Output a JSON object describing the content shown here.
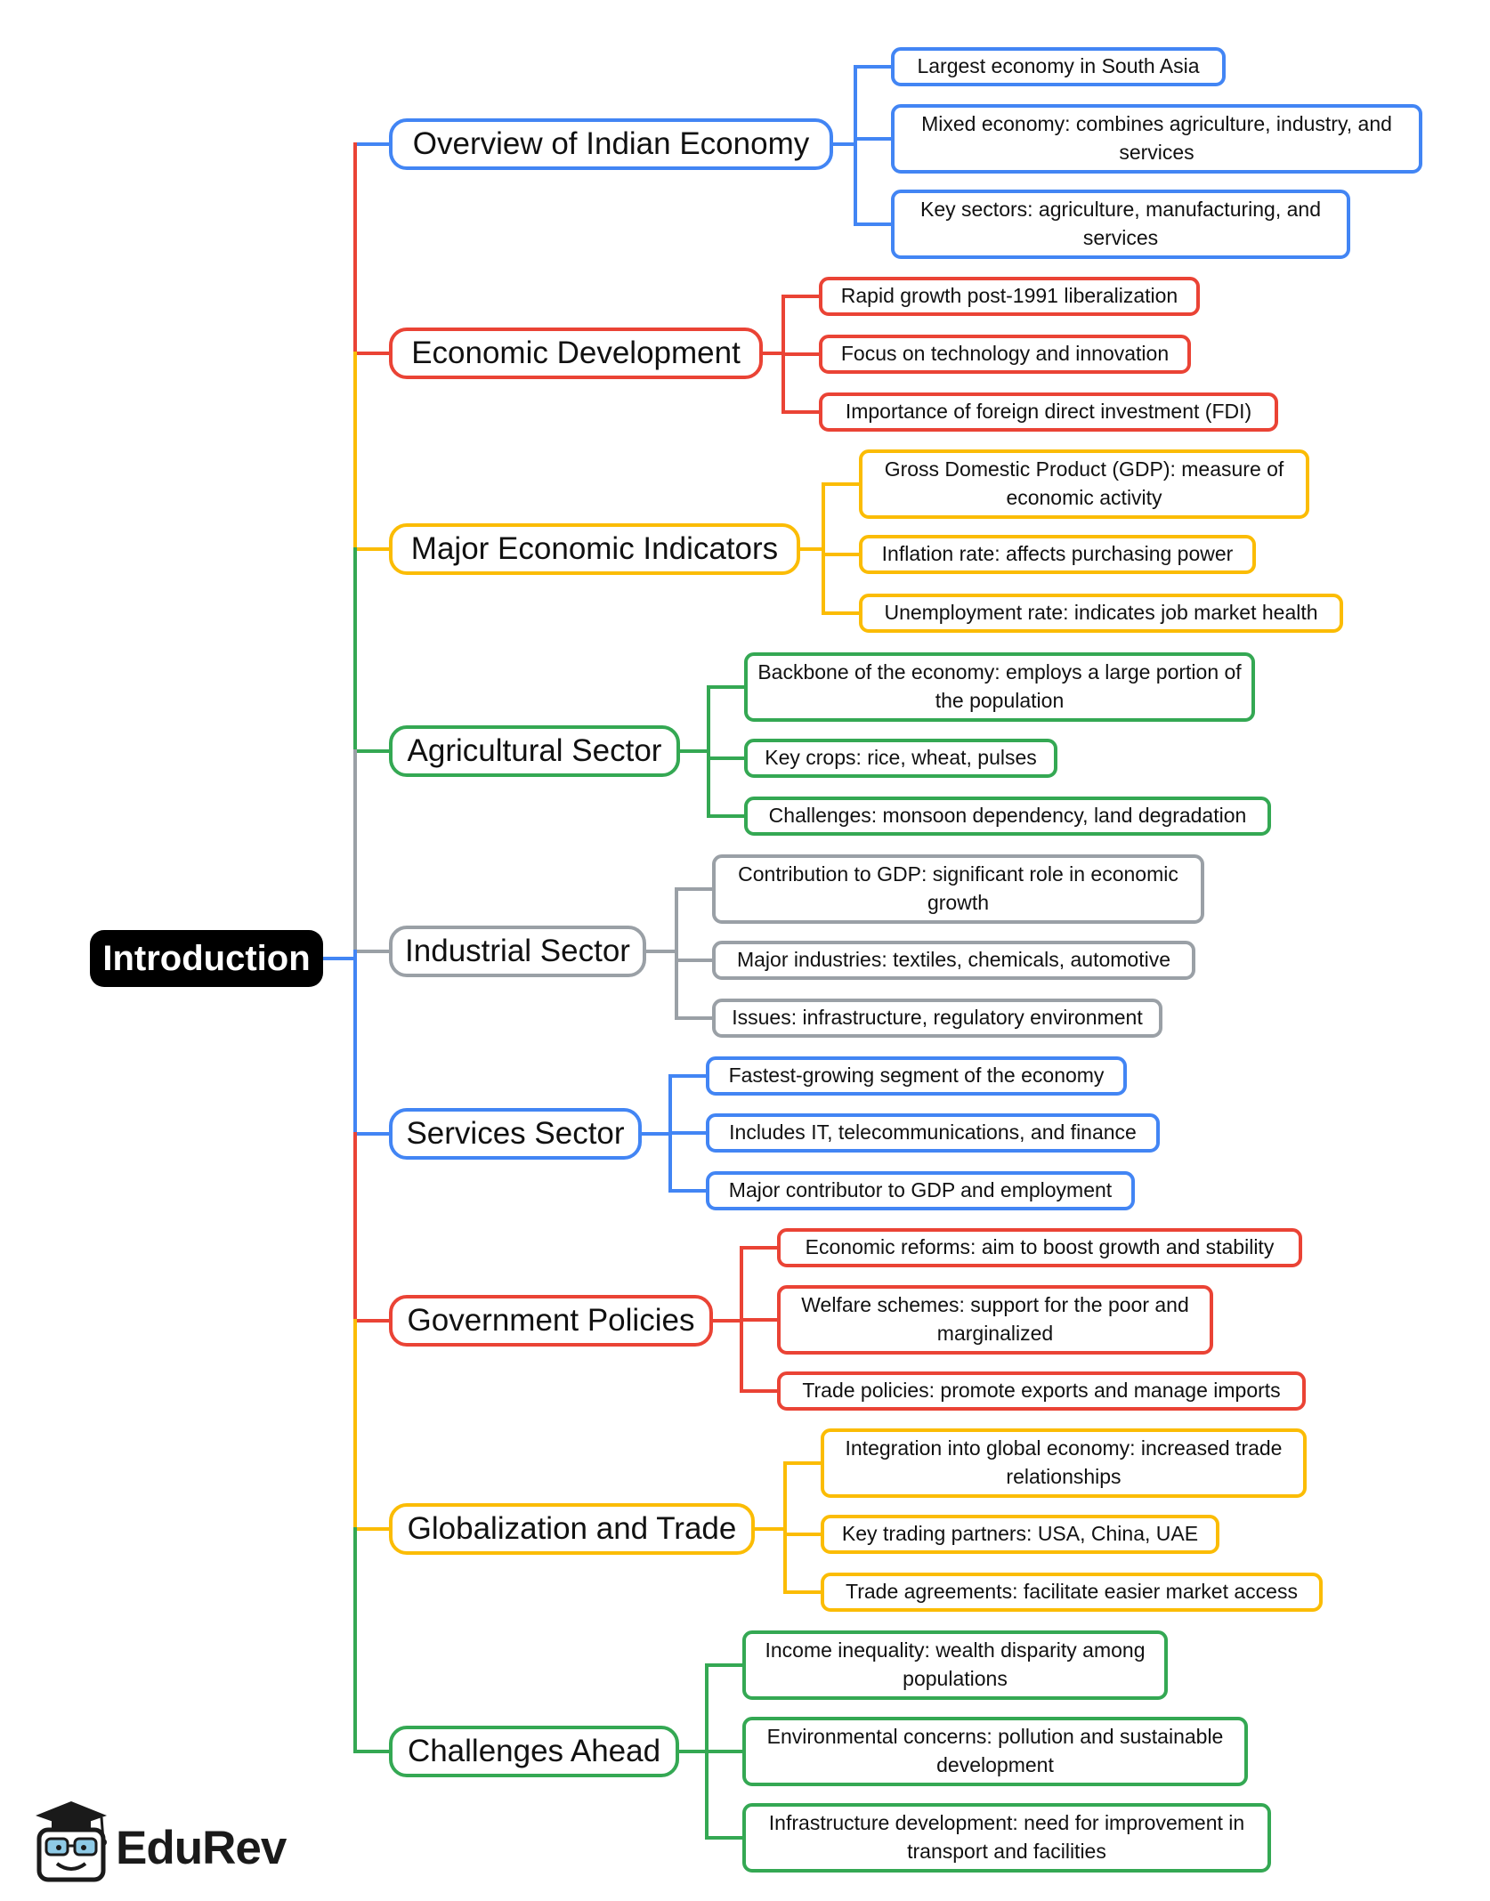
{
  "root": {
    "label": "Introduction"
  },
  "colors": {
    "blue": "#4285f4",
    "red": "#ea4335",
    "yellow": "#fbbc04",
    "green": "#34a853",
    "gray": "#9aa0a6"
  },
  "branches": [
    {
      "label": "Overview of Indian Economy",
      "color": "blue",
      "leaves": [
        "Largest economy in South Asia",
        "Mixed economy: combines agriculture, industry, and services",
        "Key sectors: agriculture, manufacturing, and services"
      ]
    },
    {
      "label": "Economic Development",
      "color": "red",
      "leaves": [
        "Rapid growth post-1991 liberalization",
        "Focus on technology and innovation",
        "Importance of foreign direct investment (FDI)"
      ]
    },
    {
      "label": "Major Economic Indicators",
      "color": "yellow",
      "leaves": [
        "Gross Domestic Product (GDP): measure of economic activity",
        "Inflation rate: affects purchasing power",
        "Unemployment rate: indicates job market health"
      ]
    },
    {
      "label": "Agricultural Sector",
      "color": "green",
      "leaves": [
        "Backbone of the economy: employs a large portion of the population",
        "Key crops: rice, wheat, pulses",
        "Challenges: monsoon dependency, land degradation"
      ]
    },
    {
      "label": "Industrial Sector",
      "color": "gray",
      "leaves": [
        "Contribution to GDP: significant role in economic growth",
        "Major industries: textiles, chemicals, automotive",
        "Issues: infrastructure, regulatory environment"
      ]
    },
    {
      "label": "Services Sector",
      "color": "blue",
      "leaves": [
        "Fastest-growing segment of the economy",
        "Includes IT, telecommunications, and finance",
        "Major contributor to GDP and employment"
      ]
    },
    {
      "label": "Government Policies",
      "color": "red",
      "leaves": [
        "Economic reforms: aim to boost growth and stability",
        "Welfare schemes: support for the poor and marginalized",
        "Trade policies: promote exports and manage imports"
      ]
    },
    {
      "label": "Globalization and Trade",
      "color": "yellow",
      "leaves": [
        "Integration into global economy: increased trade relationships",
        "Key trading partners: USA, China, UAE",
        "Trade agreements: facilitate easier market access"
      ]
    },
    {
      "label": "Challenges Ahead",
      "color": "green",
      "leaves": [
        "Income inequality: wealth disparity among populations",
        "Environmental concerns: pollution and sustainable development",
        "Infrastructure development: need for improvement in transport and facilities"
      ]
    }
  ],
  "brand": {
    "name": "EduRev",
    "icon": "graduation-cap-mascot-icon"
  }
}
